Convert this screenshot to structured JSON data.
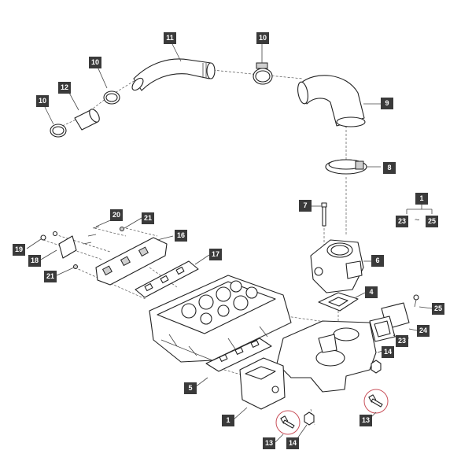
{
  "callouts": [
    {
      "id": "c11",
      "text": "11"
    },
    {
      "id": "c10a",
      "text": "10"
    },
    {
      "id": "c10b",
      "text": "10"
    },
    {
      "id": "c10c",
      "text": "10"
    },
    {
      "id": "c12",
      "text": "12"
    },
    {
      "id": "c9",
      "text": "9"
    },
    {
      "id": "c8",
      "text": "8"
    },
    {
      "id": "c7",
      "text": "7"
    },
    {
      "id": "c1a",
      "text": "1"
    },
    {
      "id": "c23a",
      "text": "23"
    },
    {
      "id": "c25a",
      "text": "25"
    },
    {
      "id": "c20",
      "text": "20"
    },
    {
      "id": "c21a",
      "text": "21"
    },
    {
      "id": "c16",
      "text": "16"
    },
    {
      "id": "c19",
      "text": "19"
    },
    {
      "id": "c18",
      "text": "18"
    },
    {
      "id": "c17",
      "text": "17"
    },
    {
      "id": "c21b",
      "text": "21"
    },
    {
      "id": "c6",
      "text": "6"
    },
    {
      "id": "c4",
      "text": "4"
    },
    {
      "id": "c25b",
      "text": "25"
    },
    {
      "id": "c24",
      "text": "24"
    },
    {
      "id": "c23b",
      "text": "23"
    },
    {
      "id": "c14a",
      "text": "14"
    },
    {
      "id": "c5",
      "text": "5"
    },
    {
      "id": "c1b",
      "text": "1"
    },
    {
      "id": "c13a",
      "text": "13"
    },
    {
      "id": "c13b",
      "text": "13"
    },
    {
      "id": "c14b",
      "text": "14"
    }
  ],
  "range_separator": "~"
}
